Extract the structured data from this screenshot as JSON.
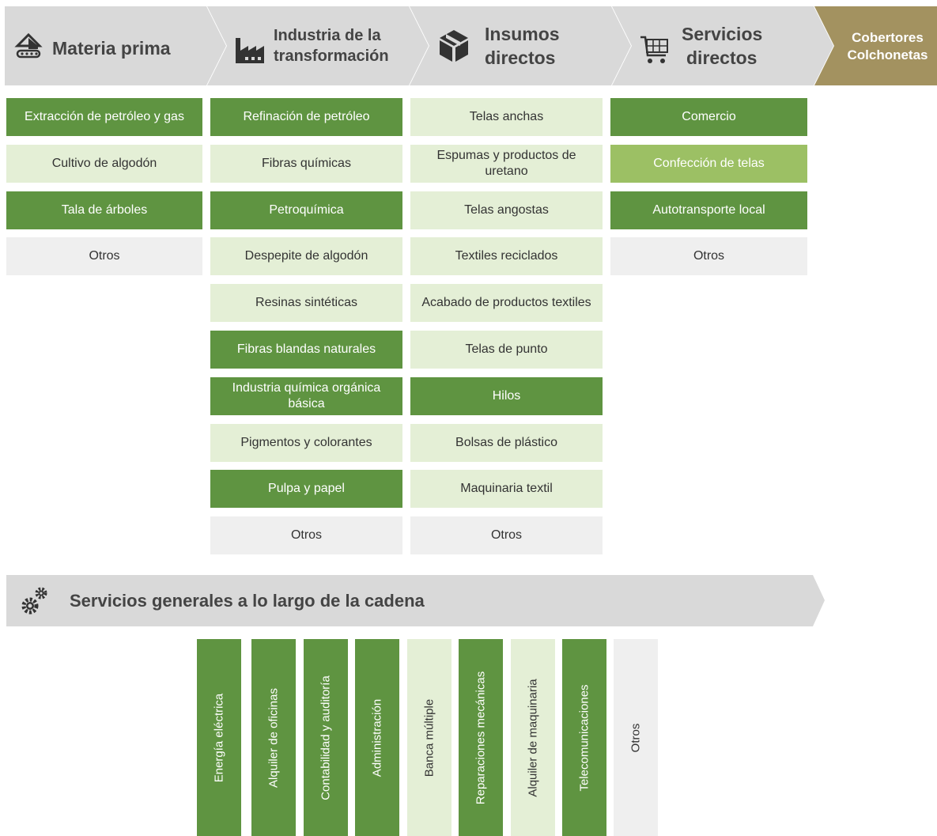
{
  "header": {
    "stages": [
      {
        "label_line1": "Materia prima",
        "label_line2": ""
      },
      {
        "label_line1": "Industria de la",
        "label_line2": "transformación"
      },
      {
        "label_line1": "Insumos",
        "label_line2": "directos"
      },
      {
        "label_line1": "Servicios",
        "label_line2": "directos"
      },
      {
        "label_line1": "Cobertores",
        "label_line2": "Colchonetas"
      }
    ]
  },
  "columns": {
    "materia_prima": [
      {
        "label": "Extracción de petróleo y gas",
        "tone": "dark"
      },
      {
        "label": "Cultivo de algodón",
        "tone": "light"
      },
      {
        "label": "Tala de árboles",
        "tone": "dark"
      },
      {
        "label": "Otros",
        "tone": "gray"
      }
    ],
    "industria": [
      {
        "label": "Refinación de petróleo",
        "tone": "dark"
      },
      {
        "label": "Fibras químicas",
        "tone": "light"
      },
      {
        "label": "Petroquímica",
        "tone": "dark"
      },
      {
        "label": "Despepite de algodón",
        "tone": "light"
      },
      {
        "label": "Resinas sintéticas",
        "tone": "light"
      },
      {
        "label": "Fibras blandas naturales",
        "tone": "dark"
      },
      {
        "label": "Industria química orgánica básica",
        "tone": "dark"
      },
      {
        "label": "Pigmentos  y colorantes",
        "tone": "light"
      },
      {
        "label": "Pulpa  y papel",
        "tone": "dark"
      },
      {
        "label": "Otros",
        "tone": "gray"
      }
    ],
    "insumos": [
      {
        "label": "Telas anchas",
        "tone": "light"
      },
      {
        "label": "Espumas y productos de uretano",
        "tone": "light"
      },
      {
        "label": "Telas angostas",
        "tone": "light"
      },
      {
        "label": "Textiles reciclados",
        "tone": "light"
      },
      {
        "label": "Acabado de productos textiles",
        "tone": "light"
      },
      {
        "label": "Telas de punto",
        "tone": "light"
      },
      {
        "label": "Hilos",
        "tone": "dark"
      },
      {
        "label": "Bolsas de plástico",
        "tone": "light"
      },
      {
        "label": "Maquinaria textil",
        "tone": "light"
      },
      {
        "label": "Otros",
        "tone": "gray"
      }
    ],
    "servicios": [
      {
        "label": "Comercio",
        "tone": "dark"
      },
      {
        "label": "Confección de telas",
        "tone": "mid"
      },
      {
        "label": "Autotransporte local",
        "tone": "dark"
      },
      {
        "label": "Otros",
        "tone": "gray"
      }
    ]
  },
  "general": {
    "title": "Servicios generales a lo largo de la cadena",
    "items": [
      {
        "label": "Energía eléctrica",
        "tone": "dark"
      },
      {
        "label": "Alquiler de oficinas",
        "tone": "dark"
      },
      {
        "label": "Contabilidad  y auditoría",
        "tone": "dark"
      },
      {
        "label": "Administración",
        "tone": "dark"
      },
      {
        "label": "Banca múltiple",
        "tone": "light"
      },
      {
        "label": "Reparaciones mecánicas",
        "tone": "dark"
      },
      {
        "label": "Alquiler de maquinaria",
        "tone": "light"
      },
      {
        "label": "Telecomunicaciones",
        "tone": "dark"
      },
      {
        "label": "Otros",
        "tone": "gray"
      }
    ]
  },
  "colors": {
    "dark_green": "#5f9441",
    "light_green": "#e4efd6",
    "mid_green": "#9cc064",
    "gray": "#efefef",
    "chevron_gray": "#d9d9d9",
    "final_tan": "#a39260"
  }
}
